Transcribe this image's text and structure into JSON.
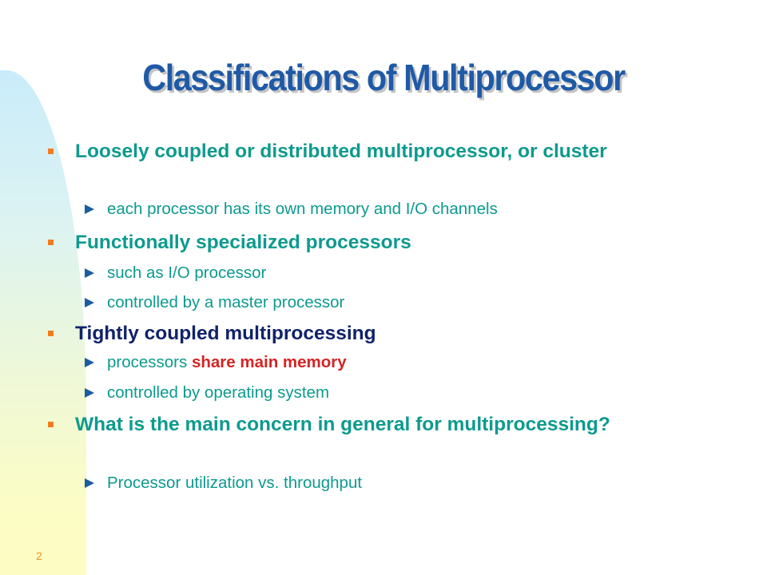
{
  "slide": {
    "title": "Classifications of Multiprocessor",
    "page_number": "2",
    "bullets": [
      {
        "text": "Loosely coupled or distributed multiprocessor, or cluster",
        "sub": [
          "each processor has its own memory and I/O channels"
        ]
      },
      {
        "text": "Functionally specialized processors",
        "sub": [
          "such as I/O processor",
          "controlled by a master processor"
        ]
      },
      {
        "text": "Tightly coupled multiprocessing",
        "sub": [
          {
            "before": "processors ",
            "emphasis": "share main memory"
          },
          "controlled by operating system"
        ]
      },
      {
        "text": "What is the main concern in general for multiprocessing?",
        "sub": [
          "Processor utilization vs. throughput"
        ]
      }
    ]
  },
  "colors": {
    "title": "#1f5aa7",
    "bullet_text": "#0d9a8e",
    "bullet_text_dark": "#10226b",
    "emphasis": "#d52424",
    "square_marker": "#f37c1d",
    "arrow_marker": "#1b5da0",
    "page_number": "#f0931f"
  },
  "icons": {
    "level1_marker": "orange-square-bullet-icon",
    "level2_marker": "blue-arrow-bullet-icon"
  }
}
